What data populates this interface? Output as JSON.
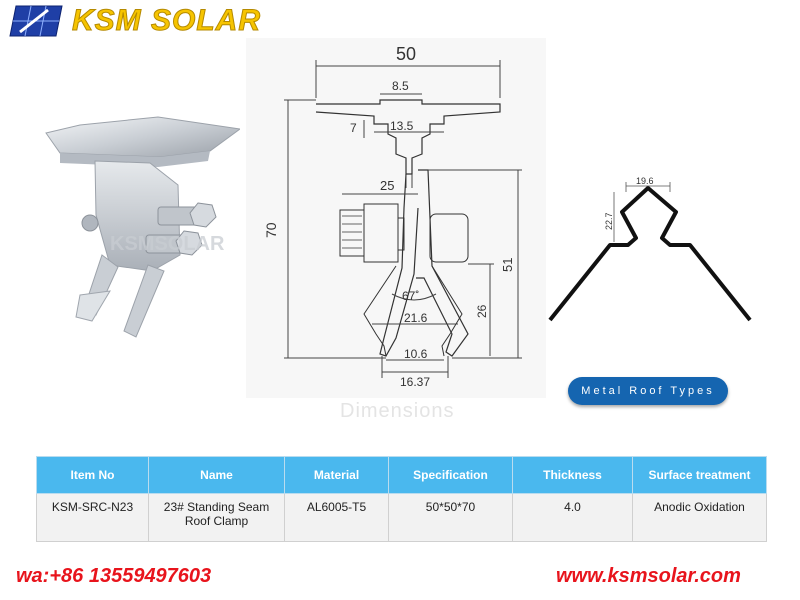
{
  "brand": {
    "name": "KSM SOLAR"
  },
  "drawing": {
    "dims": {
      "w50": "50",
      "w8_5": "8.5",
      "w13_5": "13.5",
      "h7": "7",
      "h70": "70",
      "w25": "25",
      "h51": "51",
      "ang67": "67˚",
      "w21_6": "21.6",
      "h26": "26",
      "w10_6": "10.6",
      "w16_37": "16.37"
    },
    "caption": "Dimensions"
  },
  "profile": {
    "dims": {
      "w19_6": "19.6",
      "h22_7": "22.7"
    }
  },
  "photo": {
    "watermark": "KSMSOLAR"
  },
  "badge": {
    "label": "Metal Roof Types"
  },
  "table": {
    "headers": [
      "Item No",
      "Name",
      "Material",
      "Specification",
      "Thickness",
      "Surface treatment"
    ],
    "rows": [
      [
        "KSM-SRC-N23",
        "23# Standing Seam Roof Clamp",
        "AL6005-T5",
        "50*50*70",
        "4.0",
        "Anodic Oxidation"
      ]
    ]
  },
  "contact": {
    "whatsapp": "wa:+86 13559497603",
    "website": "www.ksmsolar.com"
  },
  "colors": {
    "brand_yellow": "#f6c400",
    "header_blue": "#4ab8ee",
    "pill_blue": "#1565b0",
    "contact_red": "#e8141c"
  }
}
